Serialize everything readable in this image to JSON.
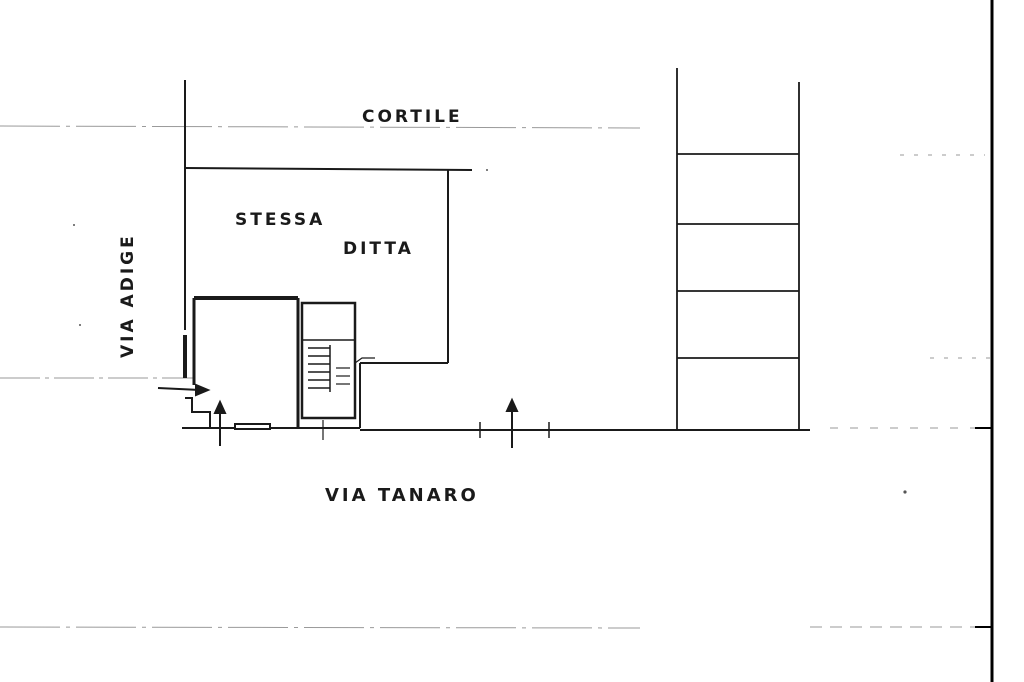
{
  "labels": {
    "courtyard": "CORTILE",
    "same_company_line1": "STESSA",
    "same_company_line2": "DITTA",
    "street_side": "VIA ADIGE",
    "street_front": "VIA TANARO"
  }
}
